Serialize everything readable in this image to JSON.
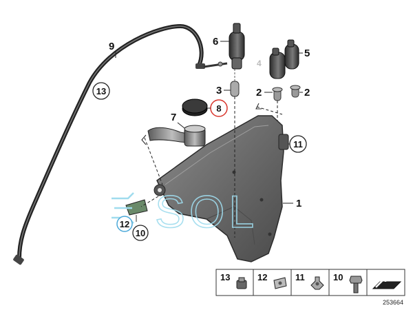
{
  "diagram": {
    "callouts": {
      "p1": "1",
      "p2a": "2",
      "p2b": "2",
      "p3": "3",
      "p4": "4",
      "p5": "5",
      "p6": "6",
      "p7": "7",
      "p8": "8",
      "p9": "9",
      "p10": "10",
      "p11": "11",
      "p12": "12",
      "p13": "13"
    },
    "highlight_color": "#d9342b",
    "highlight_blue": "#4aa8d8",
    "watermark": "SOL",
    "watermark_color": "#9fdcee"
  },
  "legend": {
    "items": [
      {
        "label": "13",
        "icon": "clip-icon"
      },
      {
        "label": "12",
        "icon": "speed-nut-icon"
      },
      {
        "label": "11",
        "icon": "push-nut-icon"
      },
      {
        "label": "10",
        "icon": "hex-bolt-icon"
      },
      {
        "label": "",
        "icon": "wedge-arrow-icon"
      }
    ]
  },
  "diagram_number": "253664"
}
